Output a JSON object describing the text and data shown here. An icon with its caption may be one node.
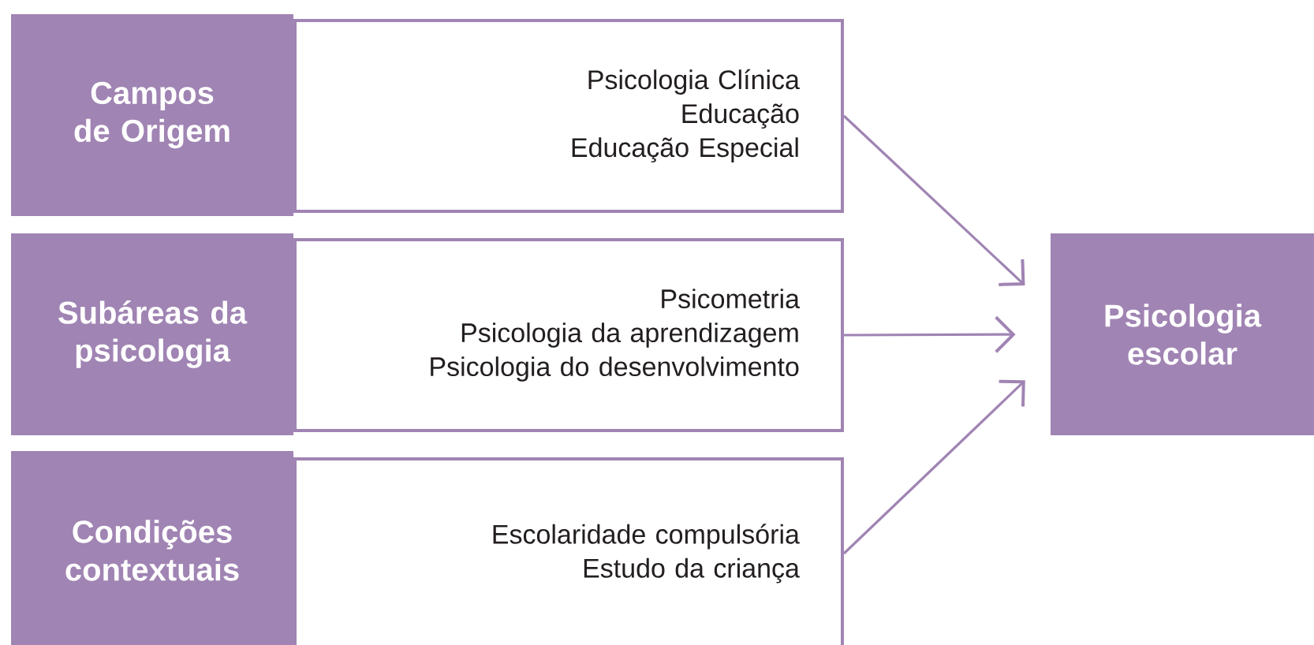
{
  "diagram": {
    "nodes": [
      {
        "text": [
          "Campos de Origem"
        ]
      },
      {
        "text": [
          "Psicologia Clínica",
          "Educação",
          "Educação Especial"
        ]
      },
      {
        "text": [
          "Subáreas da psicologia"
        ]
      },
      {
        "text": [
          "Psicometria",
          "Psicologia da aprendizagem",
          "Psicologia do desenvolvimento"
        ]
      },
      {
        "text": [
          "Condições contextuais"
        ]
      },
      {
        "text": [
          "Escolaridade compulsória",
          "Estudo da criança"
        ]
      },
      {
        "text": [
          "Psicologia escolar"
        ]
      }
    ],
    "edges": [
      {
        "from": 1,
        "to": 6,
        "arrow": "to"
      },
      {
        "from": 3,
        "to": 6,
        "arrow": "to"
      },
      {
        "from": 5,
        "to": 6,
        "arrow": "to"
      }
    ]
  }
}
